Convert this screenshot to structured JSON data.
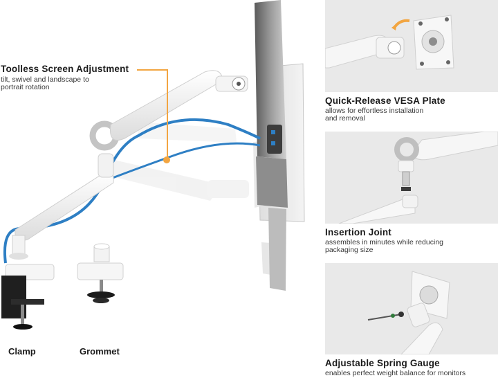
{
  "features": {
    "toolless": {
      "title": "Toolless Screen Adjustment",
      "subtitle_line1": "tilt, swivel and landscape to",
      "subtitle_line2": "portrait rotation"
    },
    "vesa": {
      "title": "Quick-Release VESA Plate",
      "subtitle_line1": "allows for effortless installation",
      "subtitle_line2": "and removal"
    },
    "insertion": {
      "title": "Insertion Joint",
      "subtitle_line1": "assembles in minutes while reducing",
      "subtitle_line2": "packaging size"
    },
    "spring": {
      "title": "Adjustable Spring Gauge",
      "subtitle_line1": "enables perfect weight balance for monitors"
    }
  },
  "mounts": {
    "clamp_label": "Clamp",
    "grommet_label": "Grommet"
  },
  "colors": {
    "accent": "#f2a541",
    "cable": "#2e7fc4",
    "photo_bg": "#e9e9e9",
    "arm": "#f4f4f4"
  }
}
